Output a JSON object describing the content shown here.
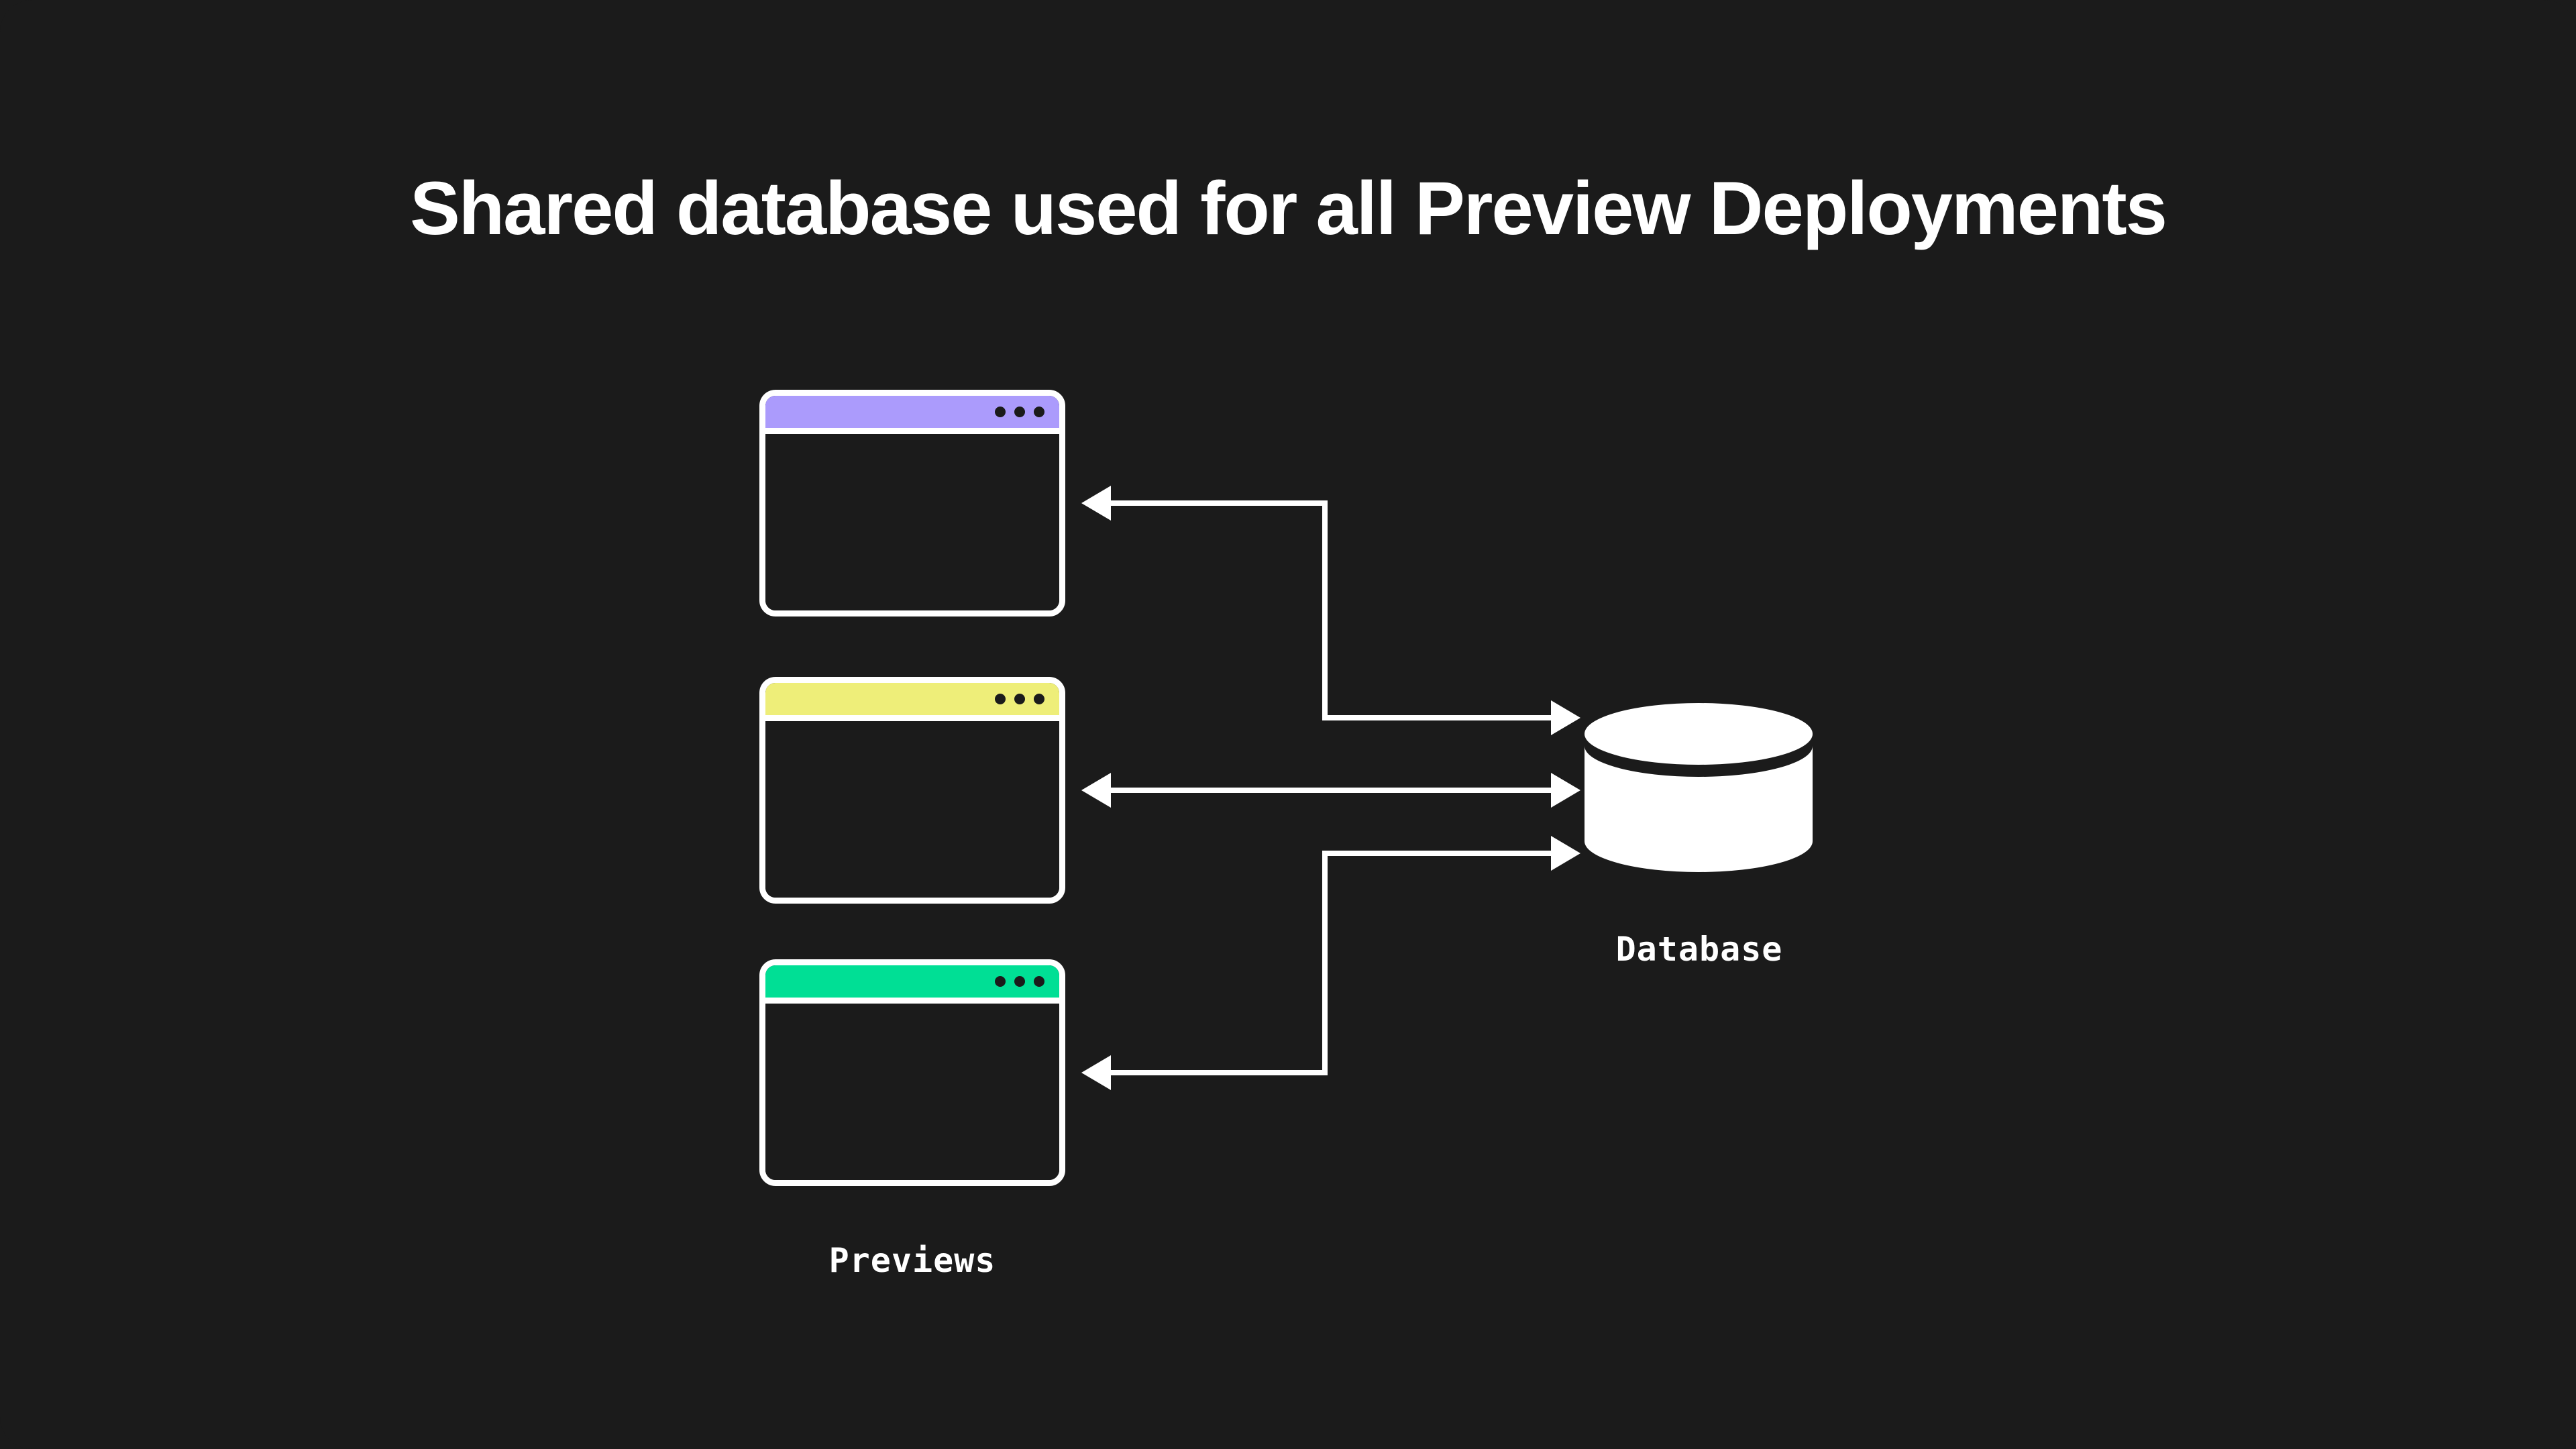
{
  "title": "Shared database used for all Preview Deployments",
  "colors": {
    "background": "#1b1b1b",
    "foreground": "#ffffff",
    "preview_1_titlebar": "#ab9bfc",
    "preview_2_titlebar": "#eeee79",
    "preview_3_titlebar": "#00df95"
  },
  "diagram": {
    "group_label": "Previews",
    "nodes": [
      {
        "id": "preview-1",
        "type": "browser-window",
        "titlebar_color": "#ab9bfc"
      },
      {
        "id": "preview-2",
        "type": "browser-window",
        "titlebar_color": "#eeee79"
      },
      {
        "id": "preview-3",
        "type": "browser-window",
        "titlebar_color": "#00df95"
      },
      {
        "id": "database",
        "type": "database-cylinder",
        "label": "Database"
      }
    ],
    "edges": [
      {
        "from": "preview-1",
        "to": "database",
        "style": "elbow",
        "arrows": "both"
      },
      {
        "from": "preview-2",
        "to": "database",
        "style": "straight",
        "arrows": "both"
      },
      {
        "from": "preview-3",
        "to": "database",
        "style": "elbow",
        "arrows": "both"
      }
    ]
  }
}
